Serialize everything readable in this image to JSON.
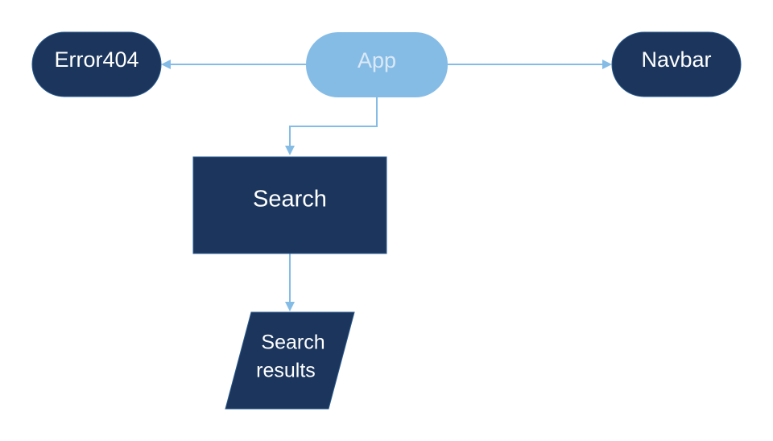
{
  "colors": {
    "dark_node": "#1b355c",
    "light_node": "#85bce6",
    "light_node_text": "#dbe9f6",
    "connector": "#85bce6",
    "text": "#ffffff"
  },
  "nodes": {
    "error404": {
      "label": "Error404",
      "shape": "terminator"
    },
    "app": {
      "label": "App",
      "shape": "terminator"
    },
    "navbar": {
      "label": "Navbar",
      "shape": "terminator"
    },
    "search": {
      "label": "Search",
      "shape": "process"
    },
    "search_results": {
      "label_line1": "Search",
      "label_line2": "results",
      "shape": "data"
    }
  },
  "edges": [
    {
      "from": "App",
      "to": "Error404"
    },
    {
      "from": "App",
      "to": "Navbar"
    },
    {
      "from": "App",
      "to": "Search"
    },
    {
      "from": "Search",
      "to": "Search results"
    }
  ]
}
